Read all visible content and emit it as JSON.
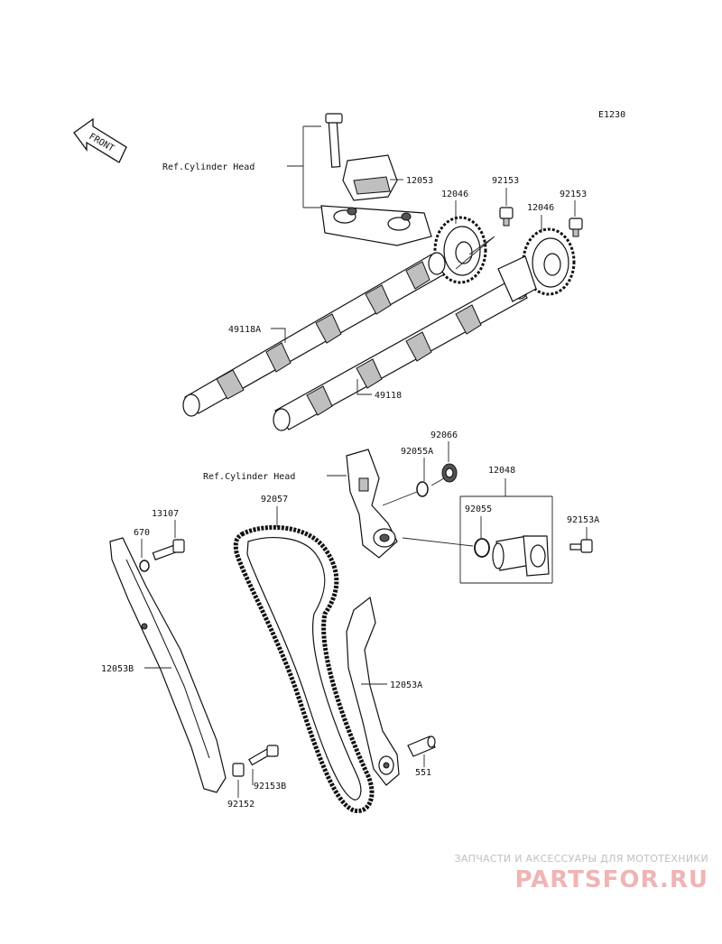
{
  "diagram": {
    "code": "E1230",
    "front_label": "FRONT",
    "ref_labels": [
      "Ref.Cylinder Head",
      "Ref.Cylinder Head"
    ],
    "part_numbers": {
      "bolt_top_holder": "12053",
      "sprocket_left": "12046",
      "sprocket_right": "12046",
      "bolt_sprocket_left": "92153",
      "bolt_sprocket_right": "92153",
      "camshaft_a": "49118A",
      "camshaft_b": "49118",
      "gasket_92066": "92066",
      "oring_92055a": "92055A",
      "tensioner": "12048",
      "oring_92055": "92055",
      "bolt_92153a": "92153A",
      "chain": "92057",
      "bolt_13107": "13107",
      "oring_670": "670",
      "guide_b": "12053B",
      "guide_a": "12053A",
      "pin_551": "551",
      "bolt_92153b": "92153B",
      "collar_92152": "92152"
    }
  },
  "watermark": {
    "tagline": "ЗАПЧАСТИ И АКСЕССУАРЫ ДЛЯ МОТОТЕХНИКИ",
    "logo": "PARTSFOR.RU"
  }
}
